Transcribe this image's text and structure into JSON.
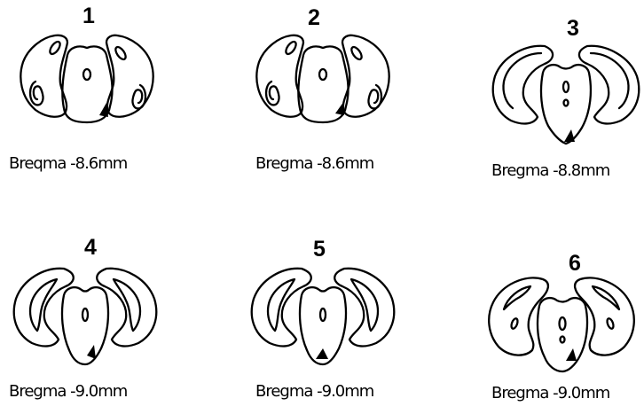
{
  "panels": [
    {
      "number": "1",
      "caption": "Breqma -8.6mm",
      "variant": "a"
    },
    {
      "number": "2",
      "caption": "Bregma -8.6mm",
      "variant": "a"
    },
    {
      "number": "3",
      "caption": "Bregma -8.8mm",
      "variant": "b"
    },
    {
      "number": "4",
      "caption": "Bregma -9.0mm",
      "variant": "c"
    },
    {
      "number": "5",
      "caption": "Bregma -9.0mm",
      "variant": "c"
    },
    {
      "number": "6",
      "caption": "Bregma -9.0mm",
      "variant": "d"
    }
  ],
  "colors": {
    "ink": "#000000",
    "background": "#ffffff"
  }
}
